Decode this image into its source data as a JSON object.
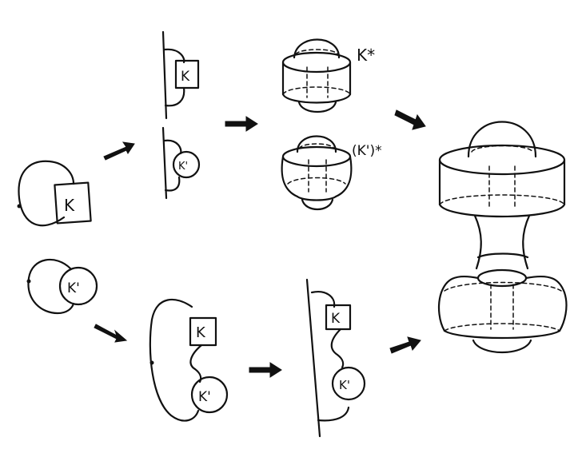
{
  "labels": {
    "knot_k": "K",
    "knot_k_prime": "K'",
    "k_star": "K*",
    "k_prime_star": "(K')*"
  },
  "colors": {
    "ink": "#111111",
    "background": "#ffffff"
  }
}
